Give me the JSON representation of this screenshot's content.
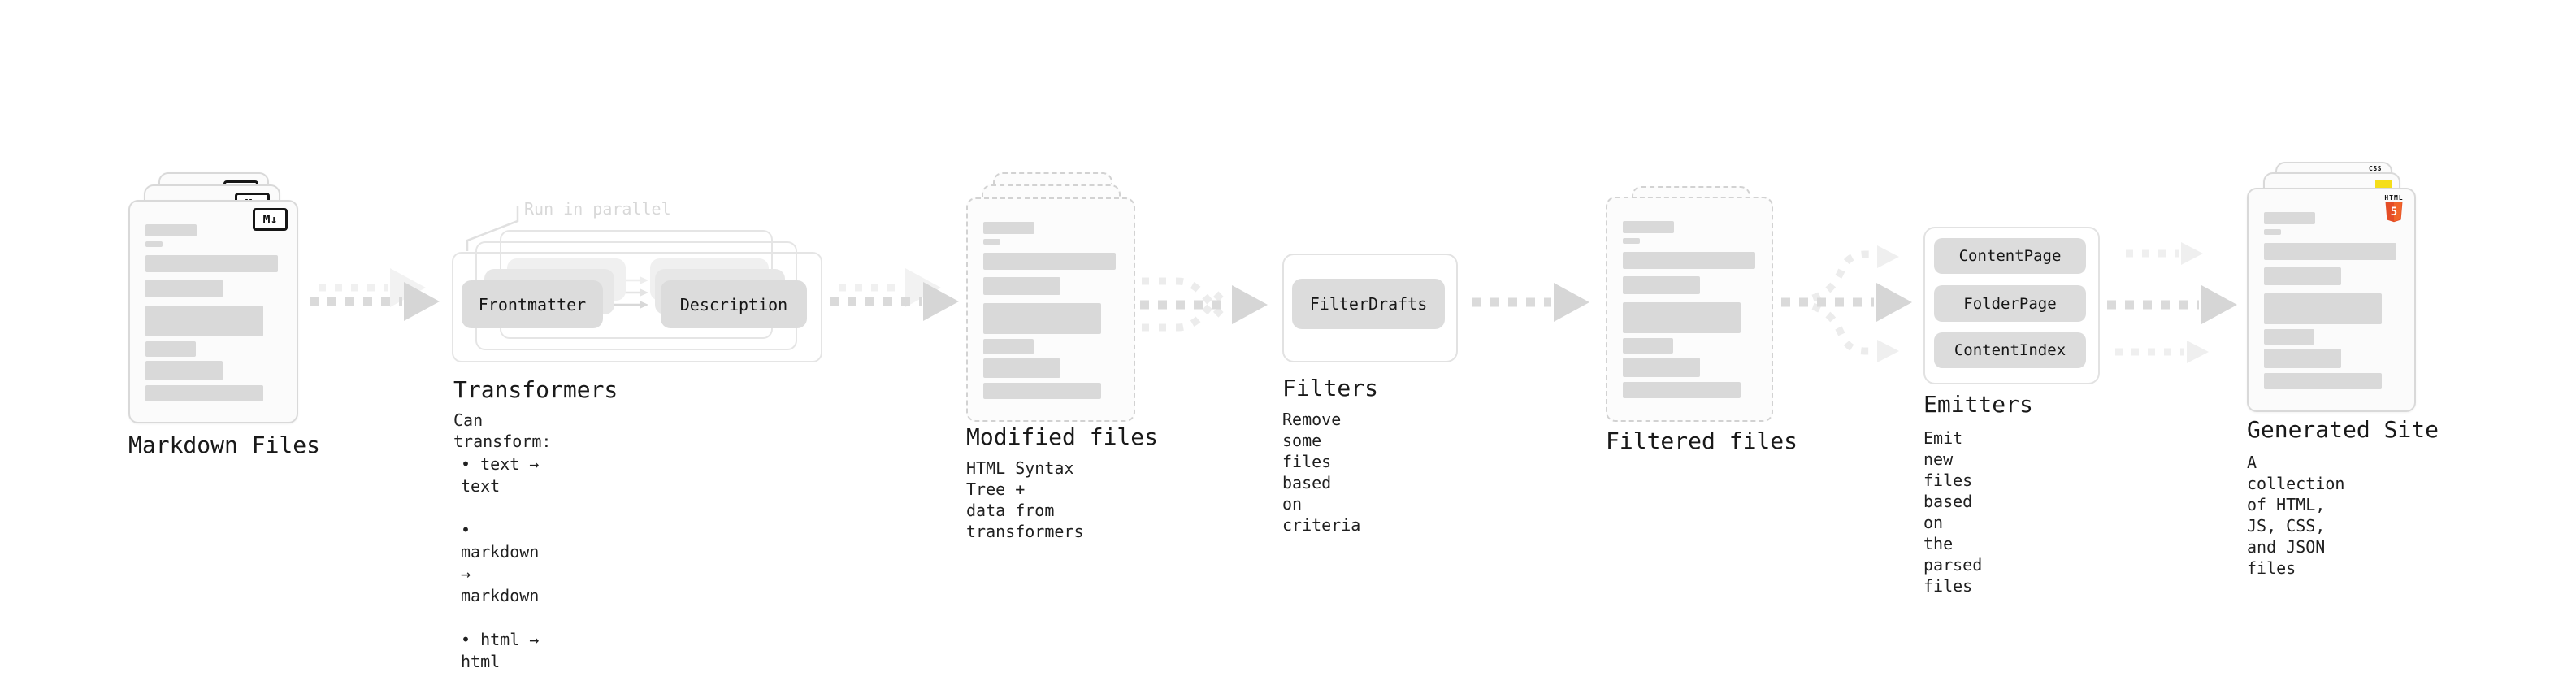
{
  "nodes": {
    "markdown": {
      "title": "Markdown Files",
      "badge": "M↓"
    },
    "transformers": {
      "title": "Transformers",
      "annotation": "Run in parallel",
      "source_label": "Frontmatter",
      "target_label": "Description",
      "desc_heading": "Can transform:",
      "bullets": [
        "• text → text",
        "• markdown → markdown",
        "• html → html"
      ]
    },
    "modified": {
      "title": "Modified files",
      "desc": "HTML Syntax Tree +\ndata from transformers"
    },
    "filters": {
      "title": "Filters",
      "button": "FilterDrafts",
      "desc": "Remove some files based\non criteria"
    },
    "filtered": {
      "title": "Filtered files"
    },
    "emitters": {
      "title": "Emitters",
      "buttons": [
        "ContentPage",
        "FolderPage",
        "ContentIndex"
      ],
      "desc": "Emit new files based on\nthe parsed files"
    },
    "generated": {
      "title": "Generated Site",
      "desc": "A collection of HTML,\nJS, CSS, and JSON files",
      "css_badge": "CSS",
      "html_badge_title": "HTML",
      "html_badge_number": "5"
    }
  },
  "colors": {
    "html5_orange": "#e44d26",
    "html5_orange_light": "#f16529",
    "js_yellow": "#f5de19",
    "css_blue": "#2962f1",
    "arrow_dark": "#d9d9d9",
    "arrow_light": "#efefef",
    "skeleton_gray": "#d9d9d9"
  }
}
